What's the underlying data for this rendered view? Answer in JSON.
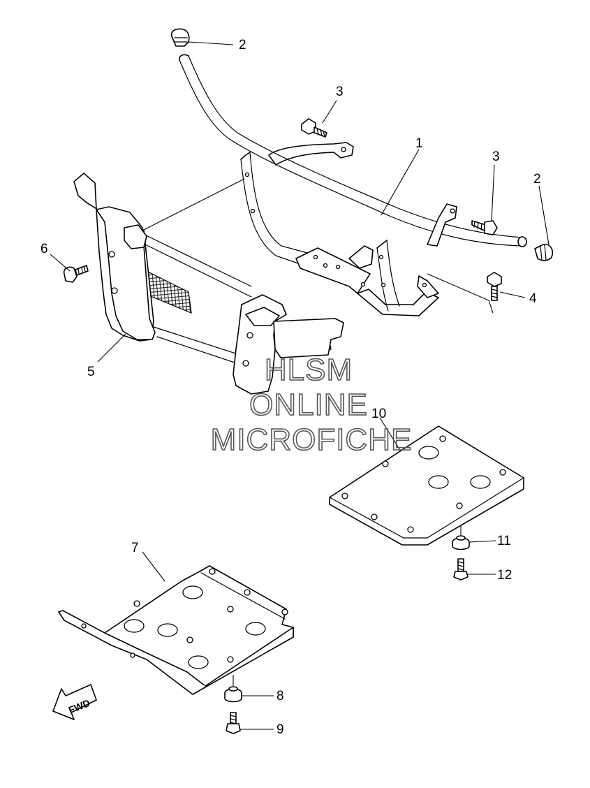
{
  "diagram": {
    "callouts": [
      {
        "id": "c2a",
        "label": "2"
      },
      {
        "id": "c3a",
        "label": "3"
      },
      {
        "id": "c1",
        "label": "1"
      },
      {
        "id": "c3b",
        "label": "3"
      },
      {
        "id": "c2b",
        "label": "2"
      },
      {
        "id": "c6",
        "label": "6"
      },
      {
        "id": "c4",
        "label": "4"
      },
      {
        "id": "c5",
        "label": "5"
      },
      {
        "id": "c10",
        "label": "10"
      },
      {
        "id": "c11",
        "label": "11"
      },
      {
        "id": "c12",
        "label": "12"
      },
      {
        "id": "c7",
        "label": "7"
      },
      {
        "id": "c8",
        "label": "8"
      },
      {
        "id": "c9",
        "label": "9"
      }
    ],
    "fwd_label": "FWD",
    "watermark": [
      "HLSM",
      "ONLINE",
      "MICROFICHE"
    ],
    "colors": {
      "line": "#000000",
      "background": "#ffffff",
      "watermark": "#555555"
    }
  }
}
